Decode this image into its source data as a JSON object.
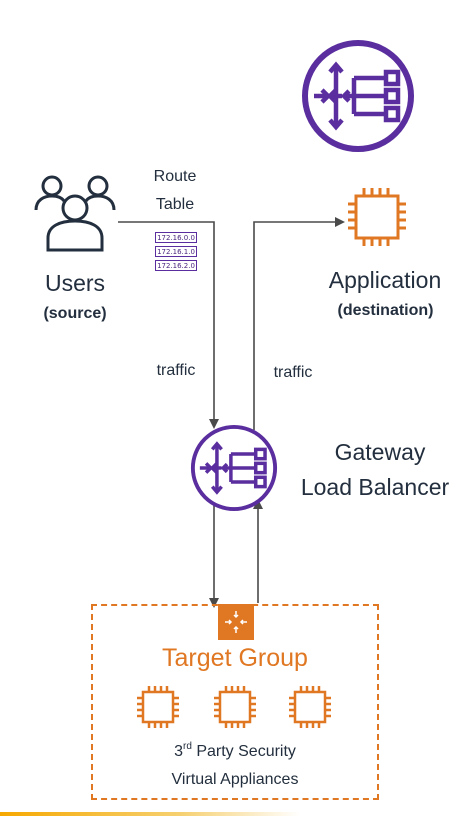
{
  "route_table": {
    "label_line1": "Route",
    "label_line2": "Table",
    "entries": [
      "172.16.0.0",
      "172.16.1.0",
      "172.16.2.0"
    ]
  },
  "users": {
    "label": "Users",
    "sub": "(source)"
  },
  "application": {
    "label": "Application",
    "sub": "(destination)"
  },
  "traffic_left": "traffic",
  "traffic_right": "traffic",
  "gateway": {
    "line1": "Gateway",
    "line2": "Load Balancer"
  },
  "target_group": {
    "label": "Target Group",
    "sub_prefix": "3",
    "sub_sup": "rd",
    "sub_rest": " Party Security",
    "sub_line2": "Virtual Appliances"
  },
  "colors": {
    "purple": "#5a2e9e",
    "orange": "#e07722",
    "text": "#232f3e",
    "line": "#4a4a4a"
  }
}
